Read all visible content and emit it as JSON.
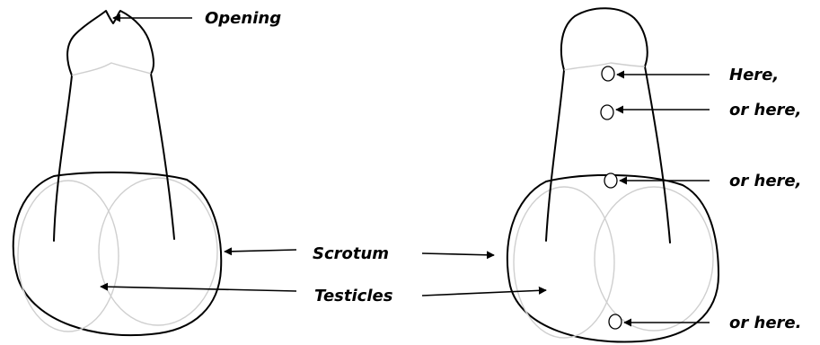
{
  "labels": {
    "opening": "Opening",
    "scrotum": "Scrotum",
    "testicles": "Testicles",
    "location_1": "Here,",
    "location_2": "or here,",
    "location_3": "or here,",
    "location_4": "or here."
  }
}
